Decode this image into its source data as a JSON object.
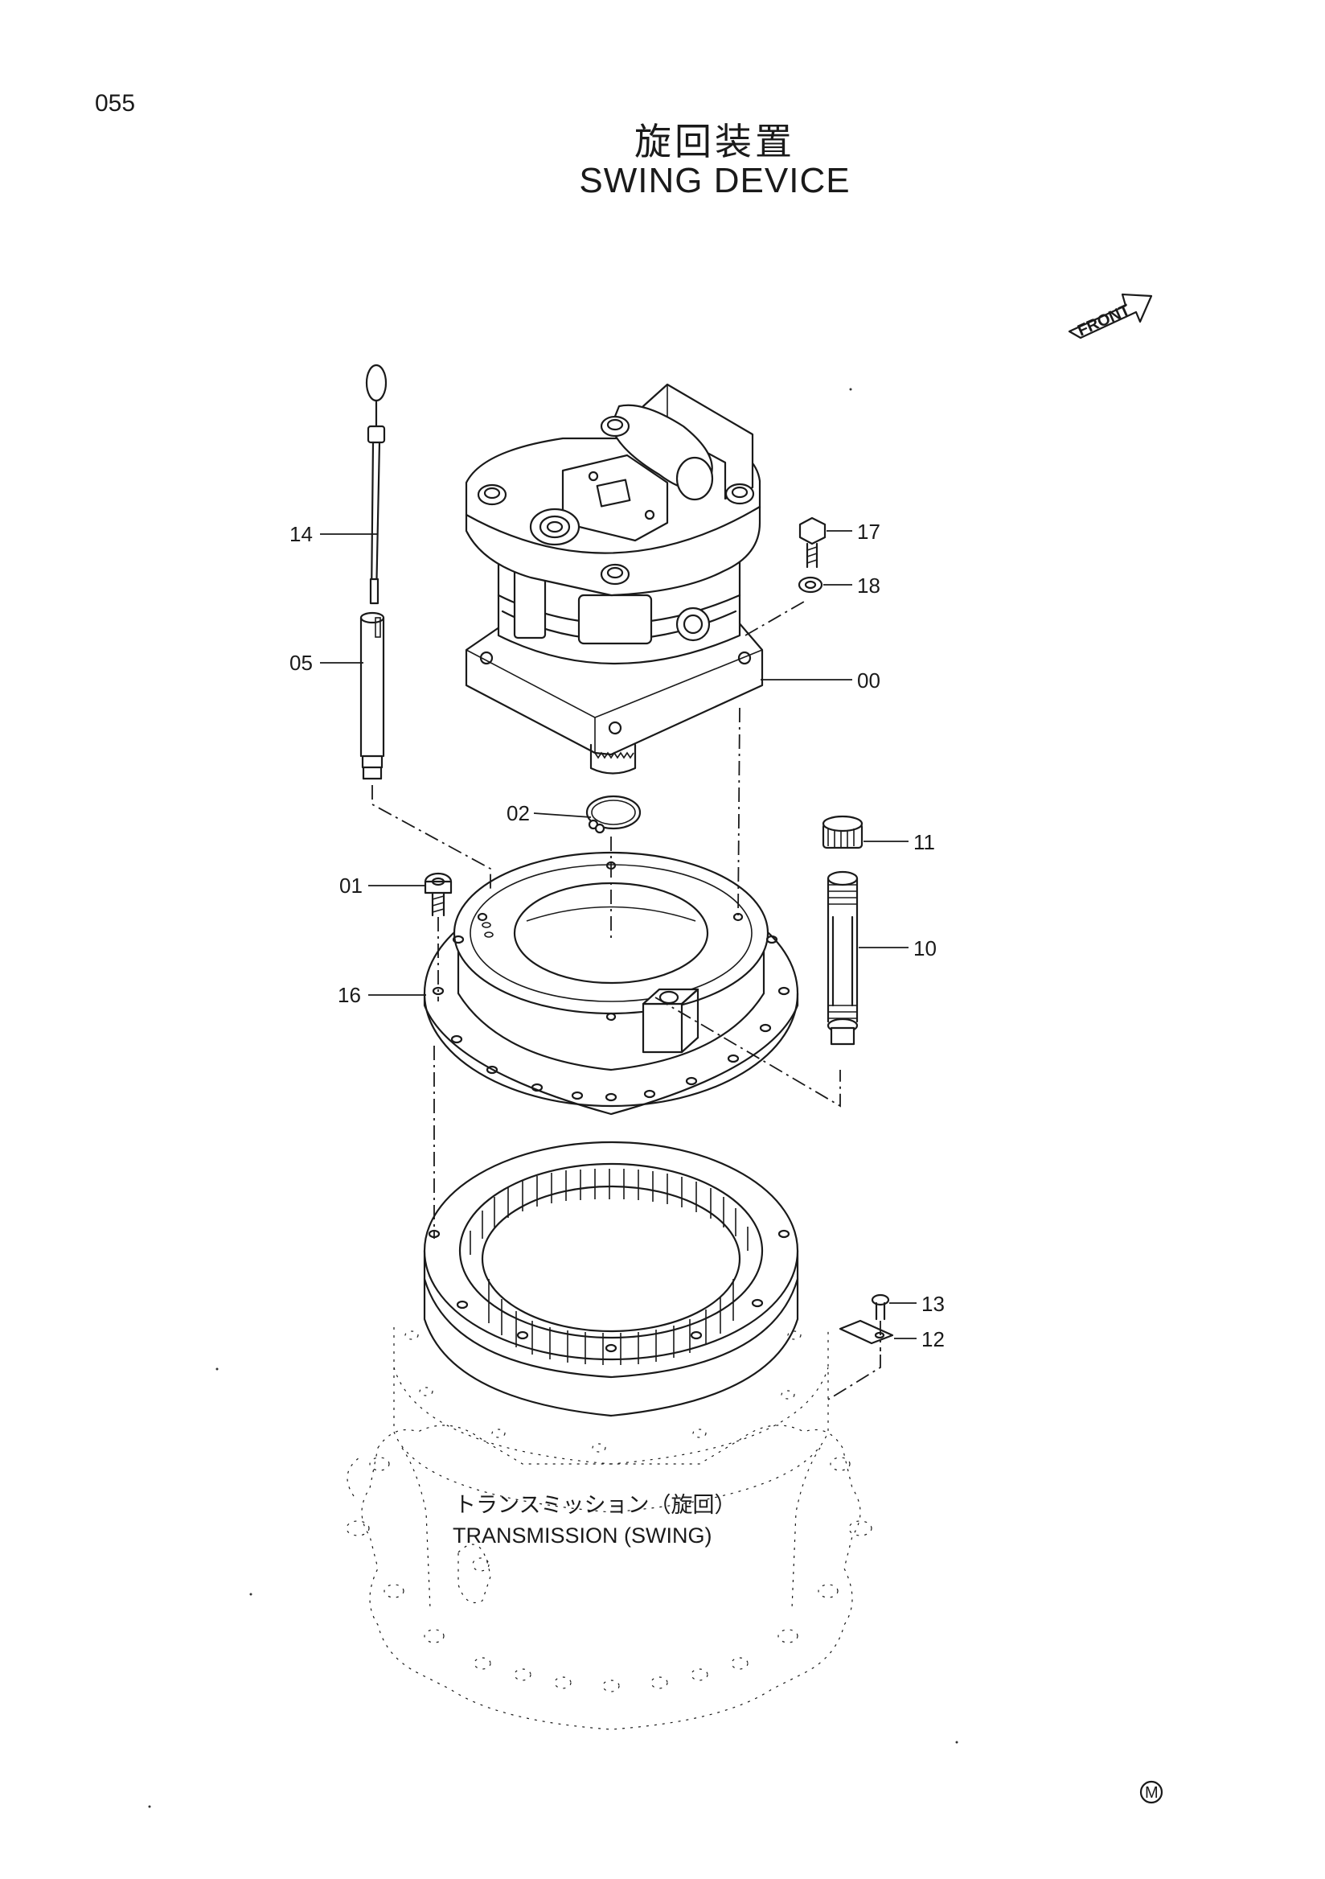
{
  "page": {
    "number": "055"
  },
  "title": {
    "japanese": "旋回装置",
    "english": "SWING DEVICE"
  },
  "orientation": {
    "front_label": "FRONT"
  },
  "callouts": {
    "c00": "00",
    "c01": "01",
    "c02": "02",
    "c05": "05",
    "c10": "10",
    "c11": "11",
    "c12": "12",
    "c13": "13",
    "c14": "14",
    "c16": "16",
    "c17": "17",
    "c18": "18"
  },
  "transmission_label": {
    "japanese": "トランスミッション（旋回）",
    "english": "TRANSMISSION (SWING)"
  },
  "corner_mark": "M"
}
